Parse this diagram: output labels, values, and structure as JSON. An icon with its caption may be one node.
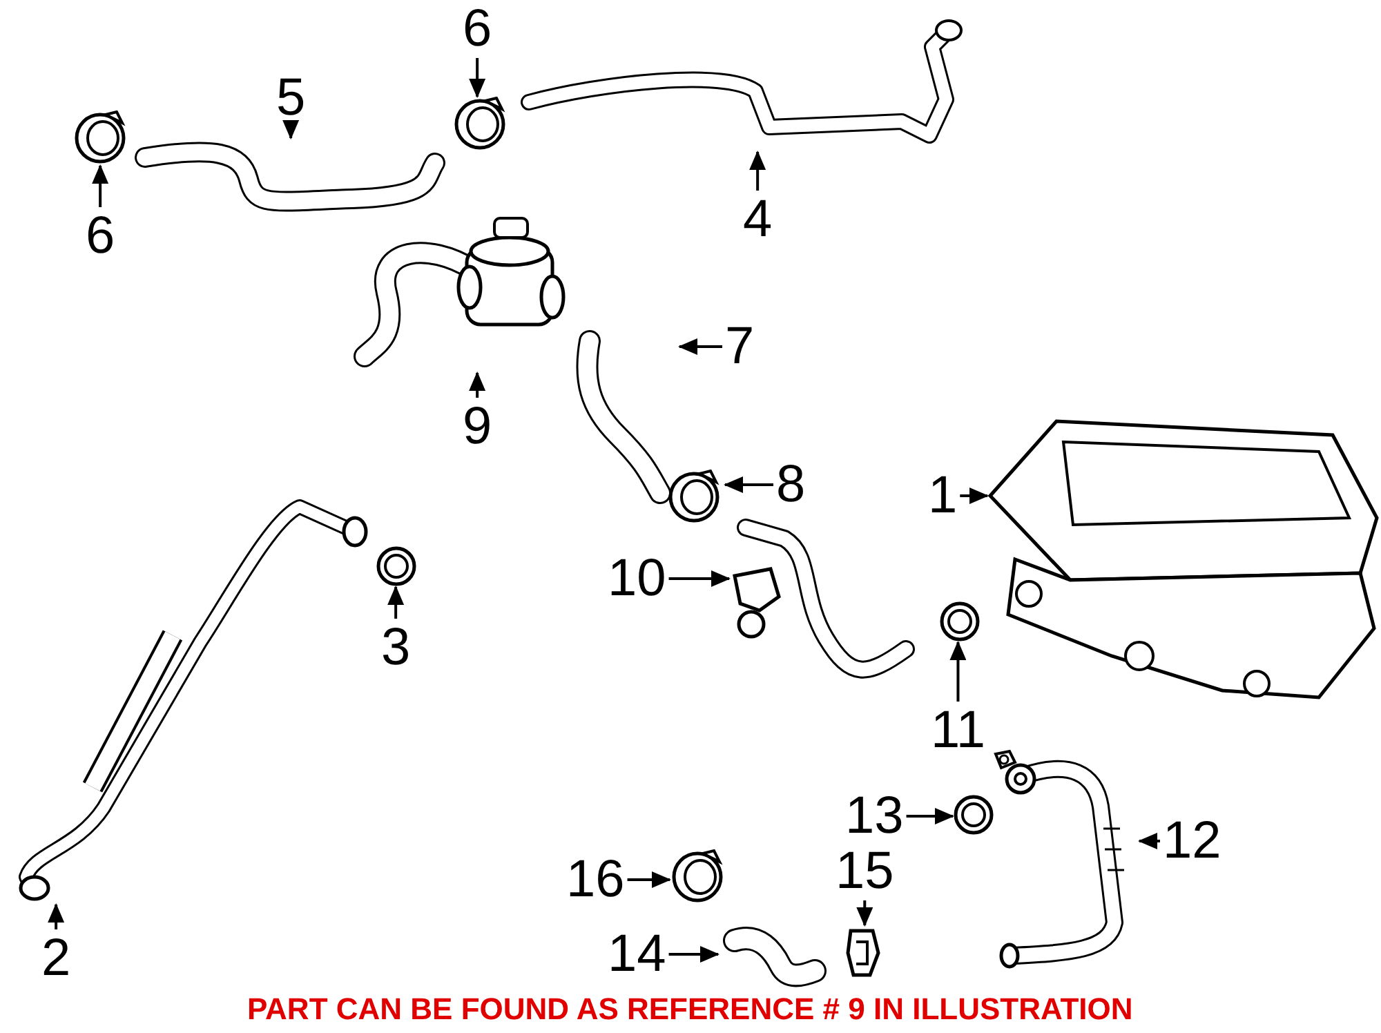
{
  "diagram": {
    "nodes": [
      {
        "text": [
          "6"
        ]
      },
      {
        "text": [
          "5"
        ]
      },
      {
        "text": [
          "6"
        ]
      },
      {
        "text": [
          "4"
        ]
      },
      {
        "text": [
          "7"
        ]
      },
      {
        "text": [
          "9"
        ]
      },
      {
        "text": [
          "8"
        ]
      },
      {
        "text": [
          "1"
        ]
      },
      {
        "text": [
          "10"
        ]
      },
      {
        "text": [
          "3"
        ]
      },
      {
        "text": [
          "11"
        ]
      },
      {
        "text": [
          "13"
        ]
      },
      {
        "text": [
          "12"
        ]
      },
      {
        "text": [
          "16"
        ]
      },
      {
        "text": [
          "15"
        ]
      },
      {
        "text": [
          "2"
        ]
      },
      {
        "text": [
          "14"
        ]
      },
      {
        "text": [],
        "shape": "picture"
      },
      {
        "text": [],
        "shape": "picture"
      },
      {
        "text": [],
        "shape": "picture"
      },
      {
        "text": [],
        "shape": "picture"
      },
      {
        "text": [],
        "shape": "picture"
      },
      {
        "text": [],
        "shape": "picture"
      },
      {
        "text": [],
        "shape": "picture"
      },
      {
        "text": [],
        "shape": "picture"
      },
      {
        "text": [],
        "shape": "picture"
      },
      {
        "text": [],
        "shape": "picture"
      },
      {
        "text": [],
        "shape": "picture"
      },
      {
        "text": [],
        "shape": "picture"
      },
      {
        "text": [],
        "shape": "picture"
      },
      {
        "text": [],
        "shape": "picture"
      },
      {
        "text": [],
        "shape": "picture"
      },
      {
        "text": [],
        "shape": "picture"
      },
      {
        "text": [],
        "shape": "picture"
      }
    ],
    "edges": [
      {
        "from": 0,
        "to": 17,
        "arrow": "to"
      },
      {
        "from": 1,
        "to": 18,
        "arrow": "to"
      },
      {
        "from": 2,
        "to": 19,
        "arrow": "to"
      },
      {
        "from": 3,
        "to": 20,
        "arrow": "to"
      },
      {
        "from": 4,
        "to": 21,
        "arrow": "to"
      },
      {
        "from": 5,
        "to": 22,
        "arrow": "to"
      },
      {
        "from": 6,
        "to": 23,
        "arrow": "to"
      },
      {
        "from": 7,
        "to": 24,
        "arrow": "to"
      },
      {
        "from": 8,
        "to": 25,
        "arrow": "to"
      },
      {
        "from": 9,
        "to": 26,
        "arrow": "to"
      },
      {
        "from": 10,
        "to": 27,
        "arrow": "to"
      },
      {
        "from": 11,
        "to": 28,
        "arrow": "to"
      },
      {
        "from": 12,
        "to": 29,
        "arrow": "to"
      },
      {
        "from": 13,
        "to": 30,
        "arrow": "to"
      },
      {
        "from": 14,
        "to": 31,
        "arrow": "to"
      },
      {
        "from": 15,
        "to": 32,
        "arrow": "to"
      },
      {
        "from": 16,
        "to": 33,
        "arrow": "to"
      }
    ],
    "labels": [
      "PART CAN BE FOUND AS REFERENCE # 9 IN ILLUSTRATION"
    ]
  }
}
